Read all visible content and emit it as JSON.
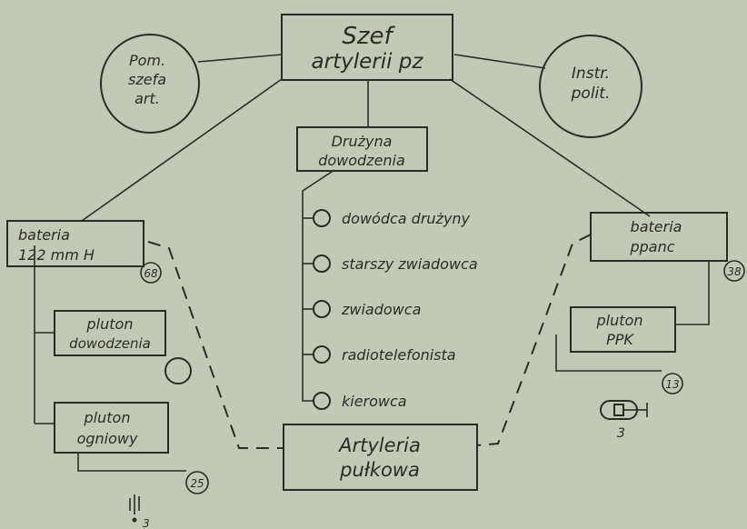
{
  "chief": {
    "line1": "Szef",
    "line2": "artylerii pz"
  },
  "assistant": {
    "line1": "Pom.",
    "line2": "szefa",
    "line3": "art."
  },
  "political": {
    "line1": "Instr.",
    "line2": "polit."
  },
  "supply_squad": {
    "line1": "Drużyna",
    "line2": "dowodzenia",
    "members": [
      "dowódca drużyny",
      "starszy zwiadowca",
      "zwiadowca",
      "radiotelefonista",
      "kierowca"
    ]
  },
  "howitzer_battery": {
    "line1": "bateria",
    "line2": "122 mm  H",
    "badge": "68"
  },
  "command_platoon": {
    "line1": "pluton",
    "line2": "dowodzenia"
  },
  "fire_platoon": {
    "line1": "pluton",
    "line2": "ogniowy",
    "badge": "25"
  },
  "antitank_battery": {
    "line1": "bateria",
    "line2": "ppanc",
    "badge": "38"
  },
  "ppk_platoon": {
    "line1": "pluton",
    "line2": "PPK",
    "badge": "13"
  },
  "regimental_artillery": {
    "line1": "Artyleria",
    "line2": "pułkowa"
  },
  "launcher_symbol": {
    "count": "3"
  },
  "mortar_symbol": {
    "count": "3"
  }
}
